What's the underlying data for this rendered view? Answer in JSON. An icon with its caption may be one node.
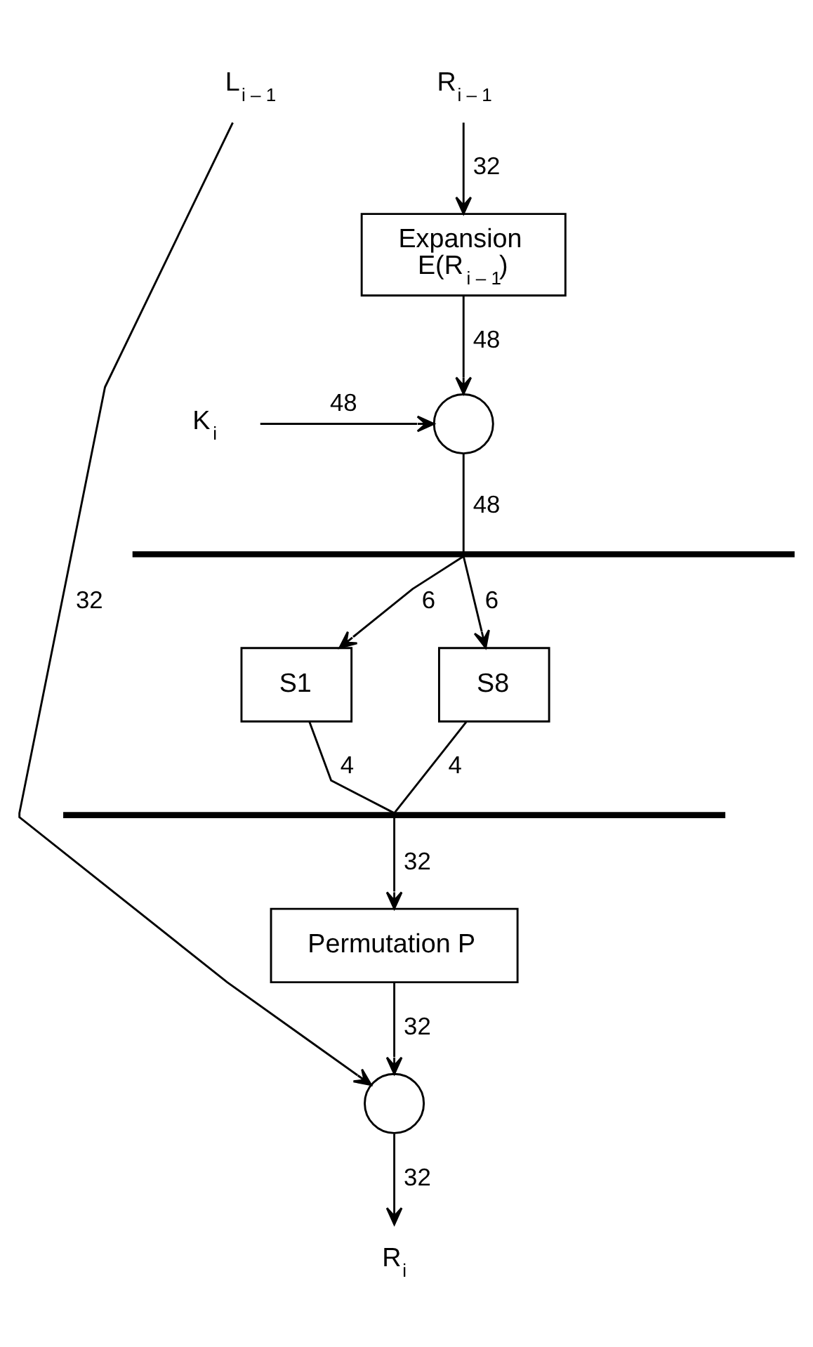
{
  "diagram": {
    "nodes": [
      {
        "text": [
          "L$_{i – 1}$"
        ]
      },
      {
        "text": [
          "R$_{i – 1}$"
        ]
      },
      {
        "text": [
          "Expansion",
          "E(R$_{i – 1}$)"
        ]
      },
      {
        "text": [],
        "shape": "circle"
      },
      {
        "text": [
          "K$_{i}$"
        ]
      },
      {
        "text": [],
        "shape": "bar"
      },
      {
        "text": [
          "S1"
        ]
      },
      {
        "text": [
          "S8"
        ]
      },
      {
        "text": [],
        "shape": "bar"
      },
      {
        "text": [
          "Permutation P"
        ]
      },
      {
        "text": [],
        "shape": "circle"
      },
      {
        "text": [
          "R$_{i}$"
        ]
      }
    ],
    "edges": [
      {
        "from": 0,
        "to": 10,
        "arrow": "to",
        "label": "32"
      },
      {
        "from": 1,
        "to": 2,
        "arrow": "to",
        "label": "32"
      },
      {
        "from": 2,
        "to": 3,
        "arrow": "to",
        "label": "48"
      },
      {
        "from": 4,
        "to": 3,
        "arrow": "to",
        "label": "48"
      },
      {
        "from": 3,
        "to": 5,
        "arrow": "none",
        "label": "48"
      },
      {
        "from": 5,
        "to": 6,
        "arrow": "to",
        "label": "6"
      },
      {
        "from": 5,
        "to": 7,
        "arrow": "to",
        "label": "6"
      },
      {
        "from": 6,
        "to": 8,
        "arrow": "none",
        "label": "4"
      },
      {
        "from": 7,
        "to": 8,
        "arrow": "none",
        "label": "4"
      },
      {
        "from": 8,
        "to": 9,
        "arrow": "to",
        "label": "32"
      },
      {
        "from": 9,
        "to": 10,
        "arrow": "to",
        "label": "32"
      },
      {
        "from": 10,
        "to": 11,
        "arrow": "to",
        "label": "32"
      }
    ]
  }
}
